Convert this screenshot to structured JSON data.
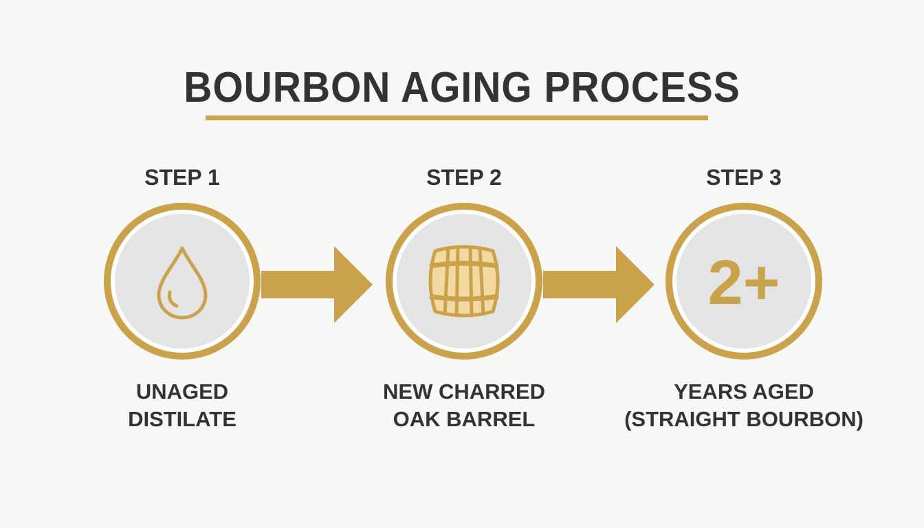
{
  "title": "BOURBON AGING PROCESS",
  "colors": {
    "accent": "#c9a24b",
    "text": "#333333",
    "circle_fill": "#e4e4e4",
    "ring_inner": "#ffffff",
    "background": "#f7f7f5"
  },
  "steps": [
    {
      "label": "STEP 1",
      "icon": "water-drop-icon",
      "caption_lines": [
        "UNAGED",
        "DISTILATE"
      ]
    },
    {
      "label": "STEP 2",
      "icon": "oak-barrel-icon",
      "caption_lines": [
        "NEW CHARRED",
        "OAK BARREL"
      ]
    },
    {
      "label": "STEP 3",
      "icon_text": "2+",
      "caption_lines": [
        "YEARS AGED",
        "(STRAIGHT BOURBON)"
      ]
    }
  ]
}
